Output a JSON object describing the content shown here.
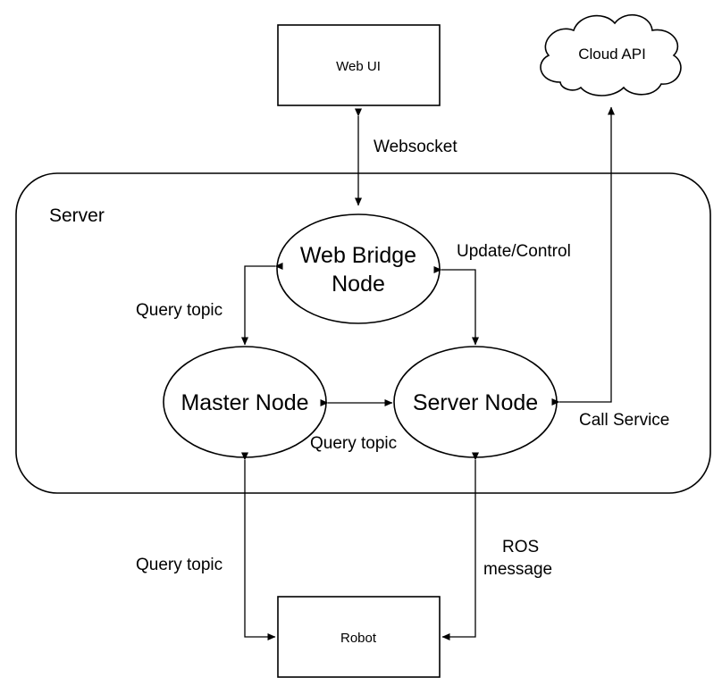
{
  "server": {
    "label": "Server"
  },
  "nodes": {
    "web_ui": "Web UI",
    "cloud_api": "Cloud API",
    "web_bridge_line1": "Web Bridge",
    "web_bridge_line2": "Node",
    "master_node": "Master Node",
    "server_node": "Server Node",
    "robot": "Robot"
  },
  "edge_labels": {
    "websocket": "Websocket",
    "update_control": "Update/Control",
    "query_topic_bridge_master": "Query topic",
    "query_topic_master_server": "Query topic",
    "call_service": "Call Service",
    "query_topic_master_robot": "Query topic",
    "ros_message_line1": "ROS",
    "ros_message_line2": "message"
  },
  "colors": {
    "stroke": "#000000",
    "fill": "#ffffff",
    "text": "#000000"
  }
}
